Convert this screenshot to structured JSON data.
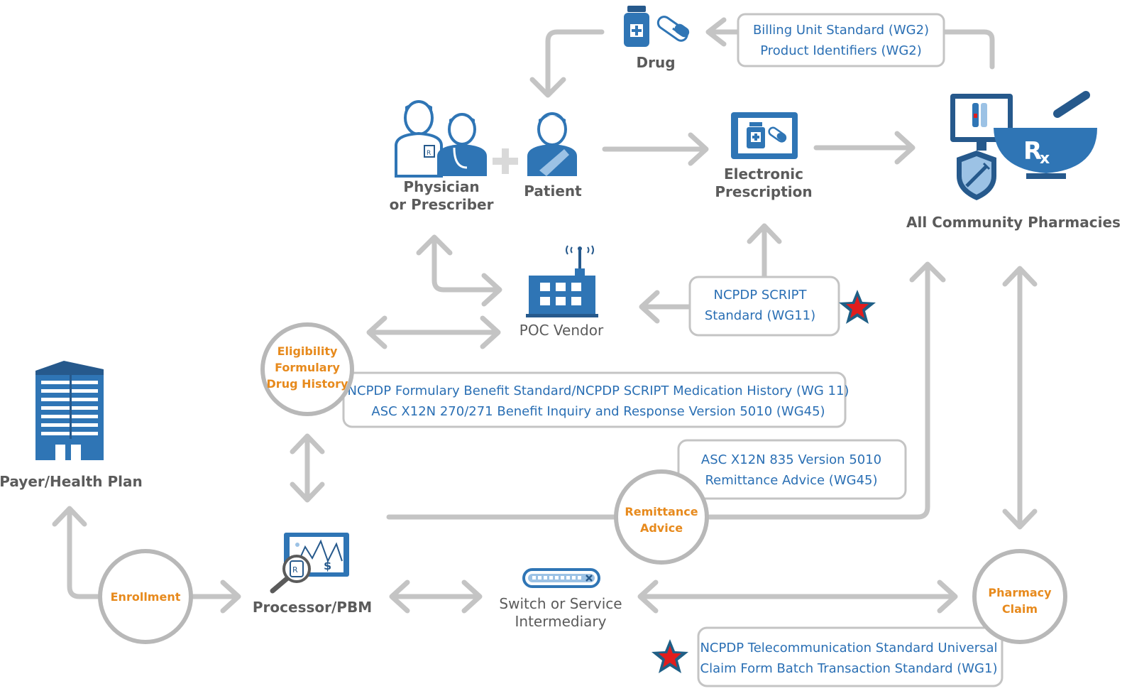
{
  "nodes": {
    "drug": "Drug",
    "physician_line1": "Physician",
    "physician_line2": "or Prescriber",
    "patient": "Patient",
    "eprescription_line1": "Electronic",
    "eprescription_line2": "Prescription",
    "pharmacies": "All Community Pharmacies",
    "poc_vendor": "POC Vendor",
    "payer": "Payer/Health Plan",
    "processor": "Processor/PBM",
    "switch_line1": "Switch or Service",
    "switch_line2": "Intermediary",
    "rx_mark": "R",
    "rx_sub": "x"
  },
  "circles": {
    "eligibility_line1": "Eligibility",
    "eligibility_line2": "Formulary",
    "eligibility_line3": "Drug History",
    "remittance_line1": "Remittance",
    "remittance_line2": "Advice",
    "enrollment": "Enrollment",
    "pharmacy_claim_line1": "Pharmacy",
    "pharmacy_claim_line2": "Claim"
  },
  "standards": {
    "billing_line1": "Billing Unit Standard (WG2)",
    "billing_line2": "Product Identifiers (WG2)",
    "script_line1": "NCPDP SCRIPT",
    "script_line2": "Standard (WG11)",
    "formulary_line1": "NCPDP Formulary Benefit Standard/NCPDP SCRIPT Medication History (WG 11)",
    "formulary_line2": "ASC X12N 270/271 Benefit Inquiry and Response Version 5010 (WG45)",
    "remit_line1": "ASC X12N 835 Version 5010",
    "remit_line2": "Remittance Advice (WG45)",
    "telecom_line1": "NCPDP Telecommunication Standard Universal",
    "telecom_line2": "Claim Form Batch Transaction Standard (WG1)"
  },
  "colors": {
    "icon_blue": "#2f75b5",
    "standard_text": "#2a6fb4",
    "circle_label": "#e78a1d",
    "flow_gray": "#c4c4c4",
    "star_fill": "#e11d1d",
    "star_outline": "#1f5f86"
  }
}
